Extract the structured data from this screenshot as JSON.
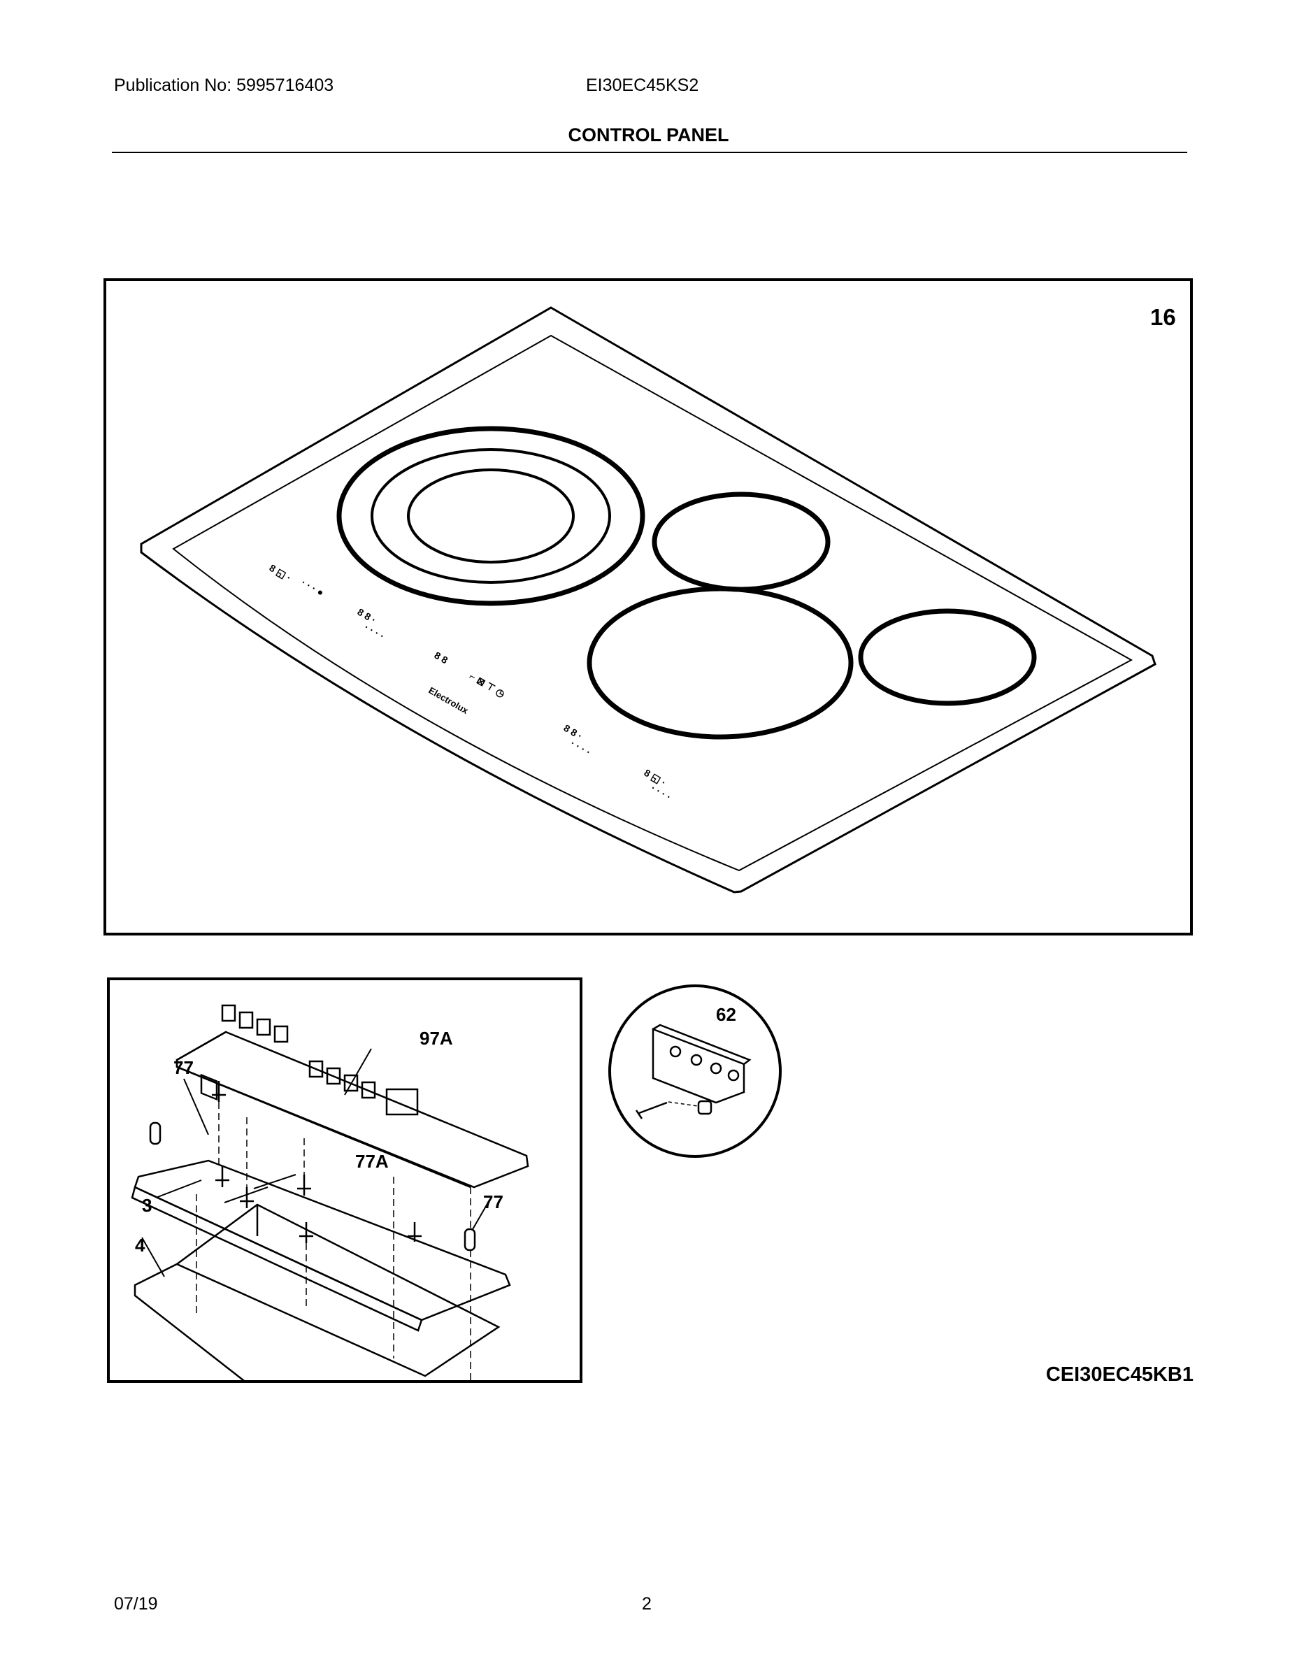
{
  "header": {
    "publication": "Publication No: 5995716403",
    "model": "EI30EC45KS2",
    "title": "CONTROL PANEL"
  },
  "top_figure": {
    "ref_number": "16",
    "brand_text": "Electrolux"
  },
  "bottom_figure": {
    "callouts": {
      "board_ref": "97A",
      "standoff_left": "77",
      "standoff_right": "77",
      "clip_ref": "77A",
      "panel_ref": "3",
      "tray_ref": "4"
    }
  },
  "detail": {
    "ref": "62"
  },
  "diagram_code": "CEI30EC45KB1",
  "footer": {
    "date": "07/19",
    "page": "2"
  }
}
